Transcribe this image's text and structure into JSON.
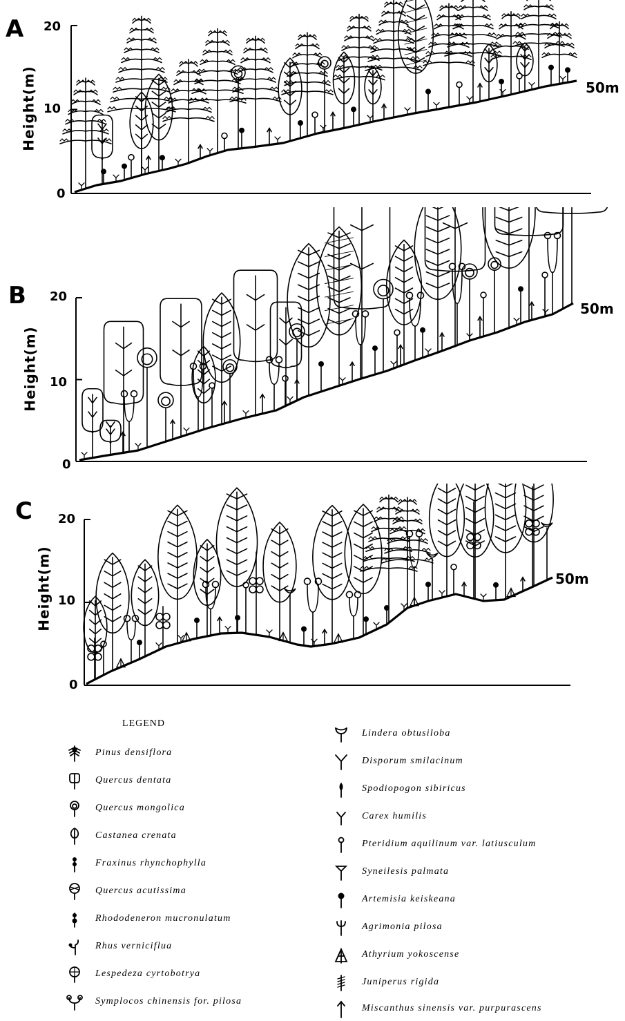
{
  "panels": [
    {
      "id": "A",
      "ylabel": "Height(m)",
      "ticks": [
        "20",
        "10",
        "0"
      ],
      "end_label": "50m"
    },
    {
      "id": "B",
      "ylabel": "Height(m)",
      "ticks": [
        "20",
        "10",
        "0"
      ],
      "end_label": "50m"
    },
    {
      "id": "C",
      "ylabel": "Height(m)",
      "ticks": [
        "20",
        "10",
        "0"
      ],
      "end_label": "50m"
    }
  ],
  "legend": {
    "title": "LEGEND",
    "left": [
      {
        "name": "Pinus densiflora",
        "icon": "pine-icon"
      },
      {
        "name": "Quercus dentata",
        "icon": "oak-lobed-icon"
      },
      {
        "name": "Quercus mongolica",
        "icon": "oak-round-icon"
      },
      {
        "name": "Castanea crenata",
        "icon": "chestnut-icon"
      },
      {
        "name": "Fraxinus rhynchophylla",
        "icon": "ash-icon"
      },
      {
        "name": "Quercus acutissima",
        "icon": "oak-acute-icon"
      },
      {
        "name": "Rhododeneron mucronulatum",
        "icon": "rhododendron-icon"
      },
      {
        "name": "Rhus verniciflua",
        "icon": "rhus-icon"
      },
      {
        "name": "Lespedeza cyrtobotrya",
        "icon": "lespedeza-icon"
      },
      {
        "name": "Symplocos chinensis for. pilosa",
        "icon": "symplocos-icon"
      }
    ],
    "right": [
      {
        "name": "Lindera obtusiloba",
        "icon": "lindera-icon"
      },
      {
        "name": "Disporum smilacinum",
        "icon": "disporum-icon"
      },
      {
        "name": "Spodiopogon sibiricus",
        "icon": "spodiopogon-icon"
      },
      {
        "name": "Carex humilis",
        "icon": "carex-icon"
      },
      {
        "name": "Pteridium aquilinum var. latiusculum",
        "icon": "pteridium-icon"
      },
      {
        "name": "Syneilesis palmata",
        "icon": "syneilesis-icon"
      },
      {
        "name": "Artemisia keiskeana",
        "icon": "artemisia-icon"
      },
      {
        "name": "Agrimonia pilosa",
        "icon": "agrimonia-icon"
      },
      {
        "name": "Athyrium yokoscense",
        "icon": "athyrium-icon"
      },
      {
        "name": "Juniperus rigida",
        "icon": "juniper-icon"
      },
      {
        "name": "Miscanthus sinensis var. purpurascens",
        "icon": "miscanthus-icon"
      }
    ]
  }
}
